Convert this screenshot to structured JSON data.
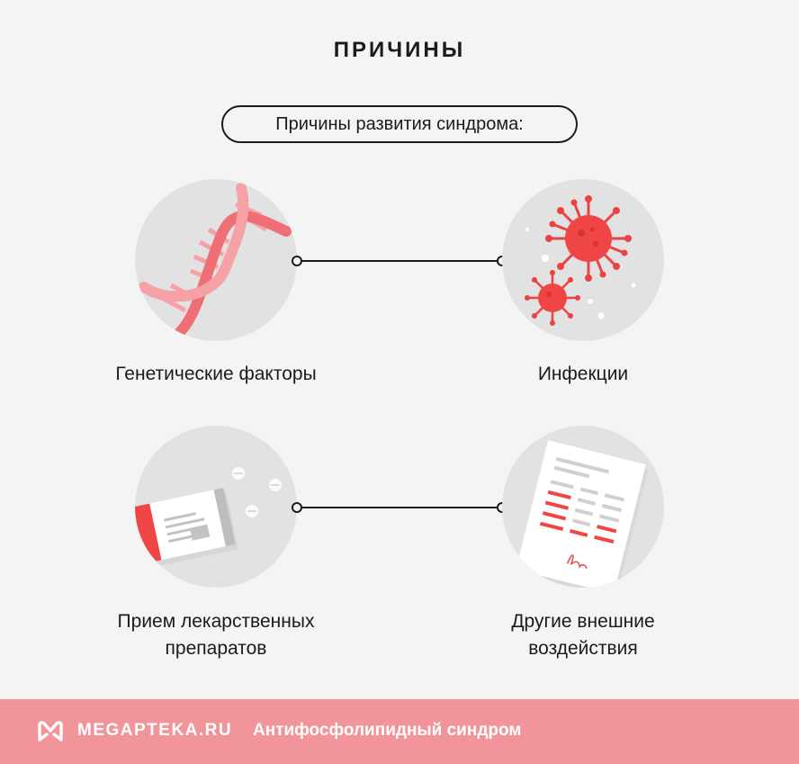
{
  "header": {
    "title": "ПРИЧИНЫ",
    "subtitle": "Причины развития синдрома:"
  },
  "causes": [
    {
      "label": "Генетические факторы",
      "icon": "dna-icon"
    },
    {
      "label": "Инфекции",
      "icon": "virus-icon"
    },
    {
      "label_line1": "Прием лекарственных",
      "label_line2": "препаратов",
      "icon": "pill-box-icon"
    },
    {
      "label_line1": "Другие внешние",
      "label_line2": "воздействия",
      "icon": "document-icon"
    }
  ],
  "footer": {
    "brand": "MEGAPTEKA.RU",
    "topic": "Антифосфолипидный синдром"
  },
  "colors": {
    "accent": "#f2959b",
    "red": "#f04545",
    "circle": "#e2e2e2",
    "background": "#f4f4f4"
  }
}
